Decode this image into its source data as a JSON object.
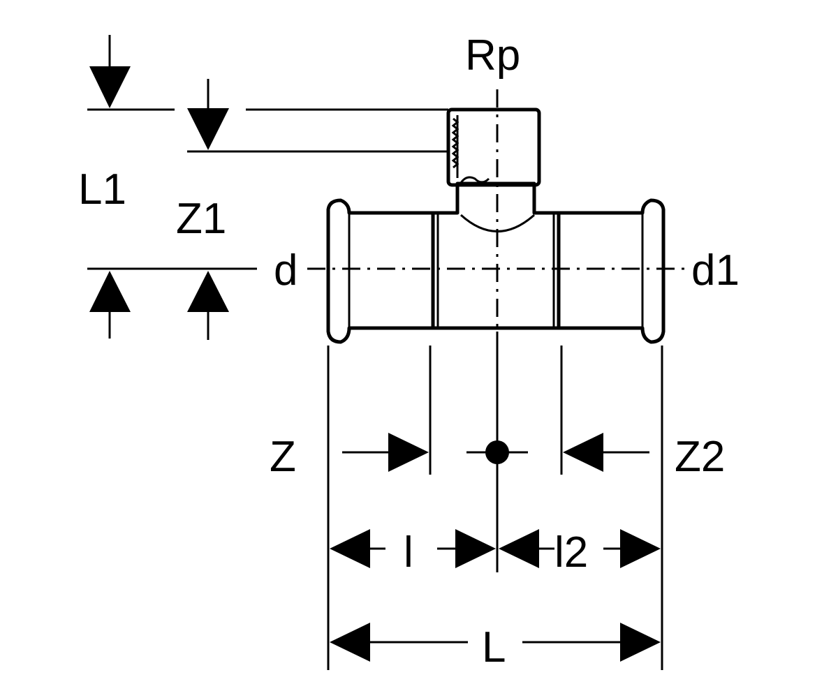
{
  "labels": {
    "rp": "Rp",
    "l1": "L1",
    "z1": "Z1",
    "d": "d",
    "d1": "d1",
    "z": "Z",
    "z2": "Z2",
    "l_small": "l",
    "l2": "l2",
    "l_total": "L"
  },
  "colors": {
    "ink": "#000000",
    "background": "#ffffff"
  }
}
